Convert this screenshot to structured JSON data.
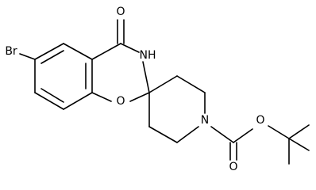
{
  "atoms": {
    "br": "Br",
    "o_carbonyl_top": "O",
    "nh": "NH",
    "o_ring": "O",
    "n_piperidine": "N",
    "o_carbonyl_bottom": "O",
    "o_ester": "O"
  },
  "colors": {
    "bond": "#000000",
    "background": "#ffffff"
  }
}
